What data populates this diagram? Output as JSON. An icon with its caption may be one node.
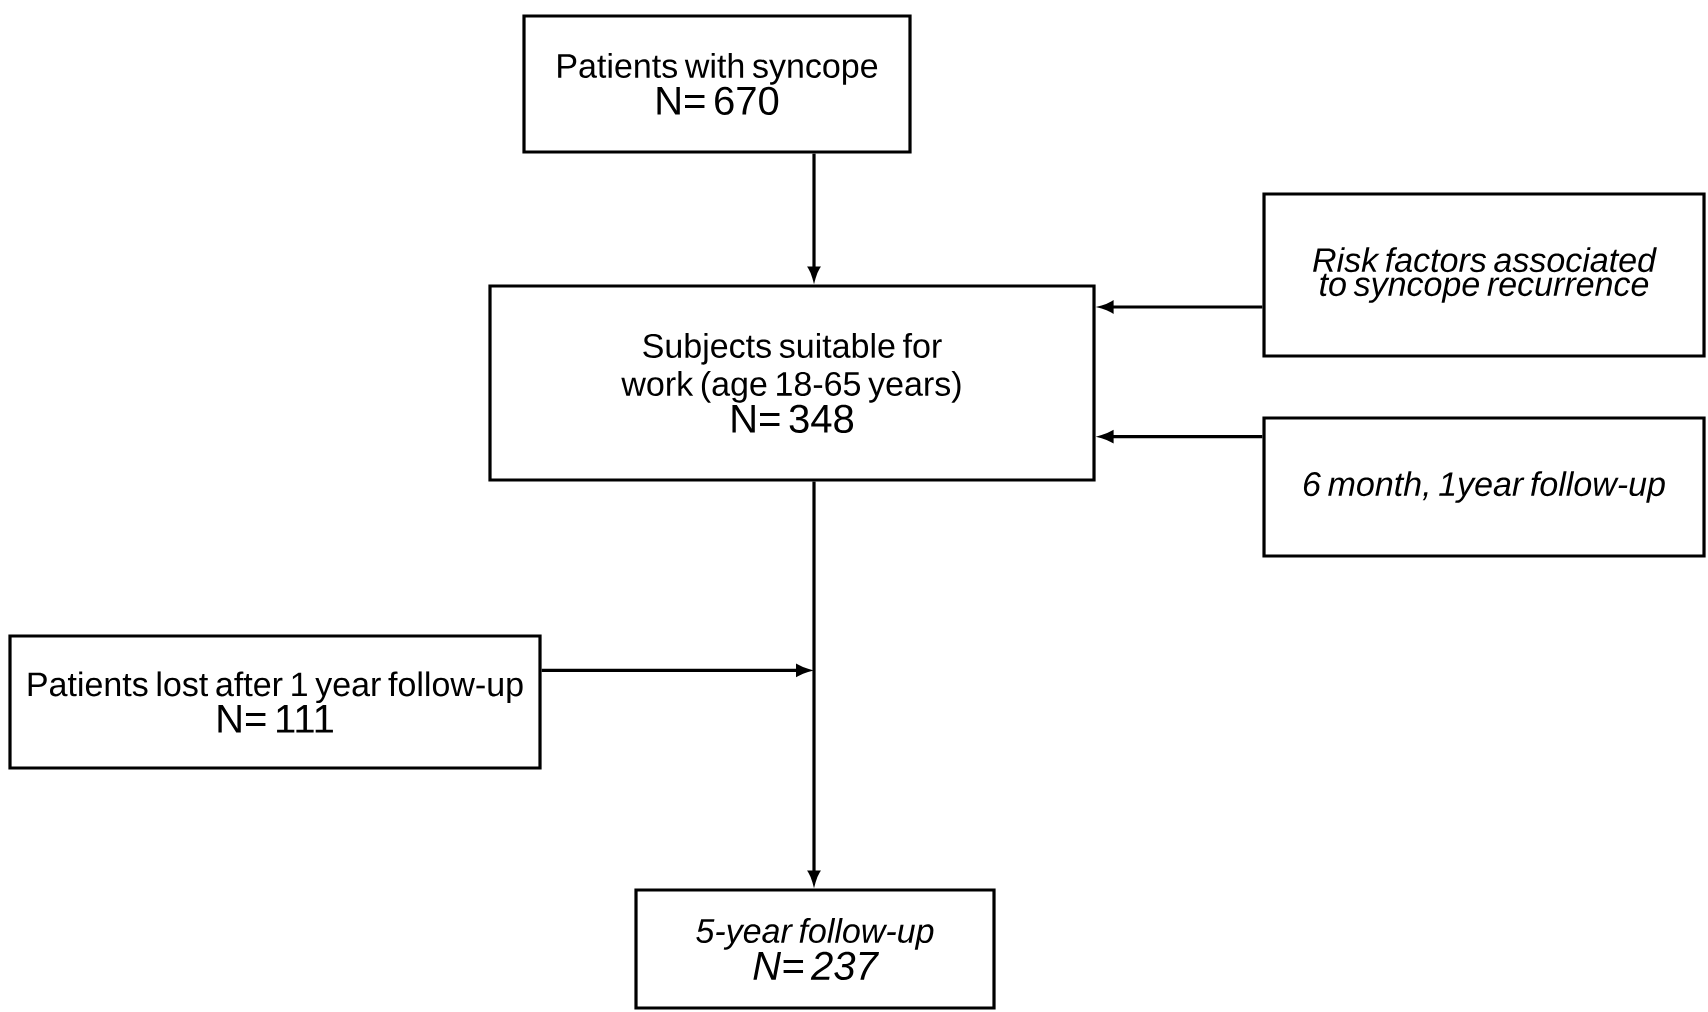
{
  "diagram": {
    "nodes": [
      {
        "text": [
          "Patients with syncope",
          "N= 670"
        ]
      },
      {
        "text": [
          "Subjects suitable for work (age 18-65 years)",
          "N= 348"
        ]
      },
      {
        "text": [
          "Risk factors associated to syncope recurrence"
        ]
      },
      {
        "text": [
          "6 month, 1year follow-up"
        ]
      },
      {
        "text": [
          "Patients lost after 1 year follow-up",
          "N= 111"
        ]
      },
      {
        "text": [
          "5-year follow-up",
          "N= 237"
        ]
      }
    ],
    "edges": [
      {
        "from": 0,
        "to": 1,
        "arrow": "to"
      },
      {
        "from": 2,
        "to": 1,
        "arrow": "to"
      },
      {
        "from": 3,
        "to": 1,
        "arrow": "to"
      },
      {
        "from": 1,
        "to": 5,
        "arrow": "to"
      },
      {
        "from": 4,
        "to": null,
        "arrow": "to"
      }
    ]
  }
}
